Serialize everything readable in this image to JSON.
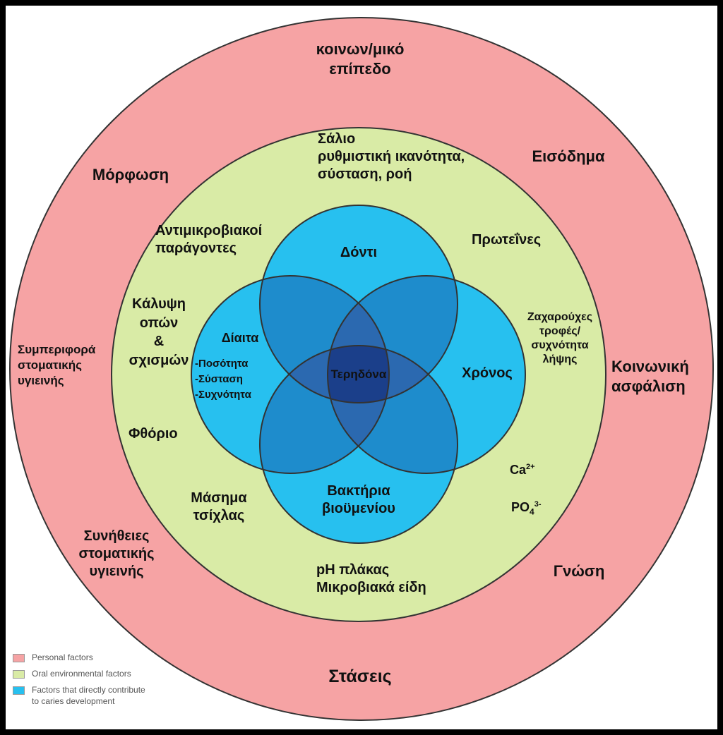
{
  "colors": {
    "personal": "#f6a3a4",
    "oral": "#d9eba6",
    "direct": "#27c0ef",
    "overlap2": "#1e8ccc",
    "overlap3": "#2b69b0",
    "center": "#1b3f8a",
    "stroke": "#333333"
  },
  "outer_ring": {
    "top": "κοινων/μικό\nεπίπεδο",
    "education": "Μόρφωση",
    "income": "Εισόδημα",
    "behavior": "Συμπεριφορά\nστοματικής\nυγιεινής",
    "insurance": "Κοινωνική\nασφάλιση",
    "habits": "Συνήθειες\nστοματικής\nυγιεινής",
    "knowledge": "Γνώση",
    "attitudes": "Στάσεις"
  },
  "middle_ring": {
    "saliva": "Σάλιο\nρυθμιστική ικανότητα,\nσύσταση, ροή",
    "antimicrobial": "Αντιμικροβιακοί\nπαράγοντες",
    "proteins": "Πρωτεΐνες",
    "sealants": "Κάλυψη\nοπών\n&\nσχισμών",
    "sugary": "Ζαχαρούχες\nτροφές/\nσυχνότητα\nλήψης",
    "fluoride": "Φθόριο",
    "calcium": "Ca",
    "calcium_sup": "2+",
    "phosphate": "PO",
    "phosphate_sub": "4",
    "phosphate_sup": "3-",
    "chewing": "Μάσημα\nτσίχλας",
    "plaque": "pH πλάκας\nΜικροβιακά είδη"
  },
  "inner": {
    "teeth": "Δόντι",
    "diet_title": "Δίαιτα",
    "diet_items": "-Ποσότητα\n-Σύσταση\n-Συχνότητα",
    "time": "Χρόνος",
    "bacteria": "Βακτήρια\nβιοϋμενίου",
    "center": "Τερηδόνα"
  },
  "legend": [
    {
      "color": "#f6a3a4",
      "label": "Personal factors"
    },
    {
      "color": "#d9eba6",
      "label": "Oral environmental factors"
    },
    {
      "color": "#27c0ef",
      "label": "Factors that directly contribute\nto caries development"
    }
  ]
}
